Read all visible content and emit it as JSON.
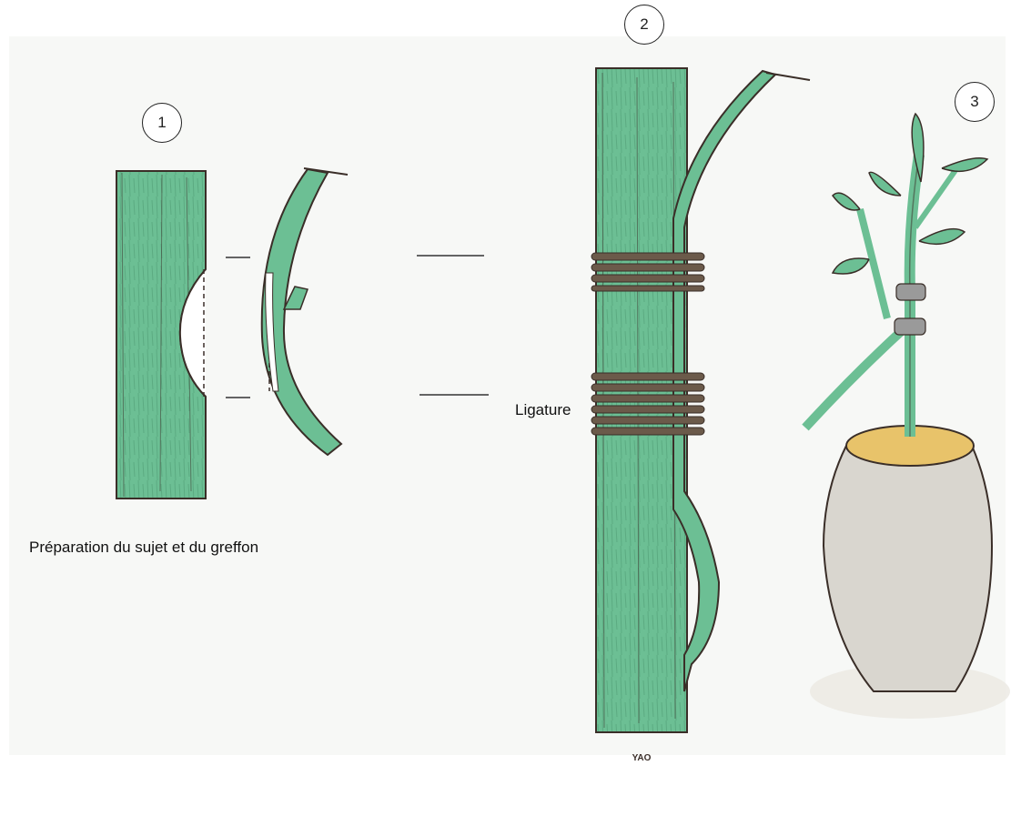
{
  "steps": {
    "step1": {
      "number": "1"
    },
    "step2": {
      "number": "2"
    },
    "step3": {
      "number": "3"
    }
  },
  "labels": {
    "preparation_caption": "Préparation du sujet et du greffon",
    "ligature_label": "Ligature"
  },
  "signature": "YAO",
  "colors": {
    "stem_green": "#6cbf94",
    "stem_dark": "#2f5a3f",
    "twine_brown": "#6b5a4a",
    "pot_gray": "#d9d6cf",
    "soil_yellow": "#e8c36a",
    "outline": "#3a2e28"
  }
}
